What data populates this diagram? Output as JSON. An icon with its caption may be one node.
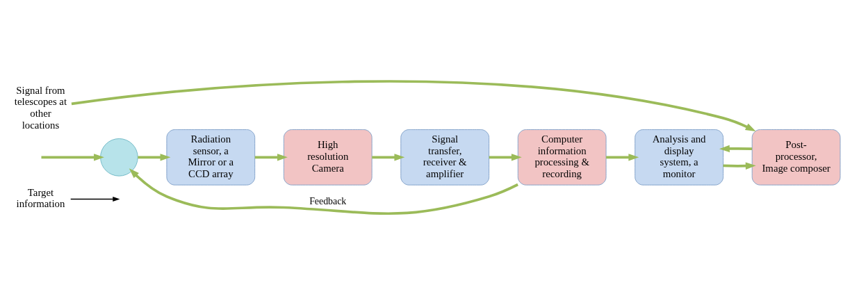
{
  "diagram": {
    "nodes": [
      {
        "text": [
          "Target information"
        ]
      },
      {
        "text": [],
        "shape": "circle"
      },
      {
        "text": [
          "Radiation sensor, a Mirror or a CCD array"
        ]
      },
      {
        "text": [
          "High resolution Camera"
        ]
      },
      {
        "text": [
          "Signal transfer, receiver & amplifier"
        ]
      },
      {
        "text": [
          "Computer information processing & recording"
        ]
      },
      {
        "text": [
          "Analysis and display system, a monitor"
        ]
      },
      {
        "text": [
          "Post-processor, Image composer"
        ]
      },
      {
        "text": [
          "Signal from telescopes at other locations"
        ]
      }
    ],
    "edges": [
      {
        "from": 0,
        "to": null,
        "arrow": "to",
        "color": "#000000"
      },
      {
        "from": null,
        "to": 1,
        "arrow": "to"
      },
      {
        "from": 1,
        "to": 2,
        "arrow": "to"
      },
      {
        "from": 2,
        "to": 3,
        "arrow": "to"
      },
      {
        "from": 3,
        "to": 4,
        "arrow": "to"
      },
      {
        "from": 4,
        "to": 5,
        "arrow": "to"
      },
      {
        "from": 5,
        "to": 6,
        "arrow": "to"
      },
      {
        "from": 5,
        "to": 1,
        "arrow": "to",
        "label": "Feedback"
      },
      {
        "from": 6,
        "to": 7,
        "arrow": "to"
      },
      {
        "from": 7,
        "to": 6,
        "arrow": "to"
      },
      {
        "from": 8,
        "to": 7,
        "arrow": "to"
      }
    ]
  }
}
